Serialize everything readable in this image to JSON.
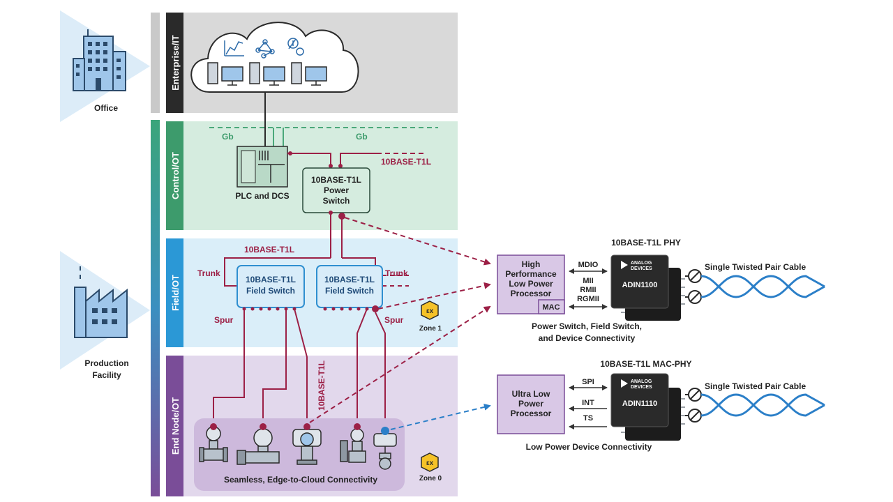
{
  "locations": {
    "office": "Office",
    "production_line1": "Production",
    "production_line2": "Facility"
  },
  "layers": {
    "enterprise": "Enterprise/IT",
    "control": "Control/OT",
    "field": "Field/OT",
    "end_node": "End Node/OT"
  },
  "control": {
    "gb_left": "Gb",
    "gb_right": "Gb",
    "plc_label": "PLC and DCS",
    "link_label": "10BASE-T1L",
    "power_switch": [
      "10BASE-T1L",
      "Power",
      "Switch"
    ]
  },
  "field": {
    "link_label": "10BASE-T1L",
    "trunk_left": "Trunk",
    "trunk_right": "Trunk",
    "spur_left": "Spur",
    "spur_right": "Spur",
    "switch_left": [
      "10BASE-T1L",
      "Field Switch"
    ],
    "switch_right": [
      "10BASE-T1L",
      "Field Switch"
    ],
    "zone_symbol": "εx",
    "zone_label": "Zone 1"
  },
  "end_node": {
    "vertical_label": "10BASE-T1L",
    "devices_caption": "Seamless, Edge-to-Cloud Connectivity",
    "zone_symbol": "εx",
    "zone_label": "Zone 0"
  },
  "phy_block": {
    "title": "10BASE-T1L PHY",
    "processor": [
      "High",
      "Performance",
      "Low Power",
      "Processor"
    ],
    "mac": "MAC",
    "signals": [
      "MDIO",
      "MII",
      "RMII",
      "RGMII"
    ],
    "chip_brand": [
      "ANALOG",
      "DEVICES"
    ],
    "chip_part": "ADIN1100",
    "cable_label": "Single Twisted Pair Cable",
    "caption": [
      "Power Switch, Field Switch,",
      "and Device Connectivity"
    ]
  },
  "macphy_block": {
    "title": "10BASE-T1L MAC-PHY",
    "processor": [
      "Ultra Low",
      "Power",
      "Processor"
    ],
    "signals": [
      "SPI",
      "INT",
      "TS"
    ],
    "chip_brand": [
      "ANALOG",
      "DEVICES"
    ],
    "chip_part": "ADIN1110",
    "cable_label": "Single Twisted Pair Cable",
    "caption": "Low Power Device Connectivity"
  },
  "colors": {
    "t1l_link": "#9c2046",
    "gb_link": "#4aa87a",
    "field_switch": "#2f8fd0",
    "processor_fill": "#d9c8e6",
    "processor_border": "#7a4d98",
    "cable": "#2b7fc8",
    "zone_badge": "#f5c228"
  }
}
